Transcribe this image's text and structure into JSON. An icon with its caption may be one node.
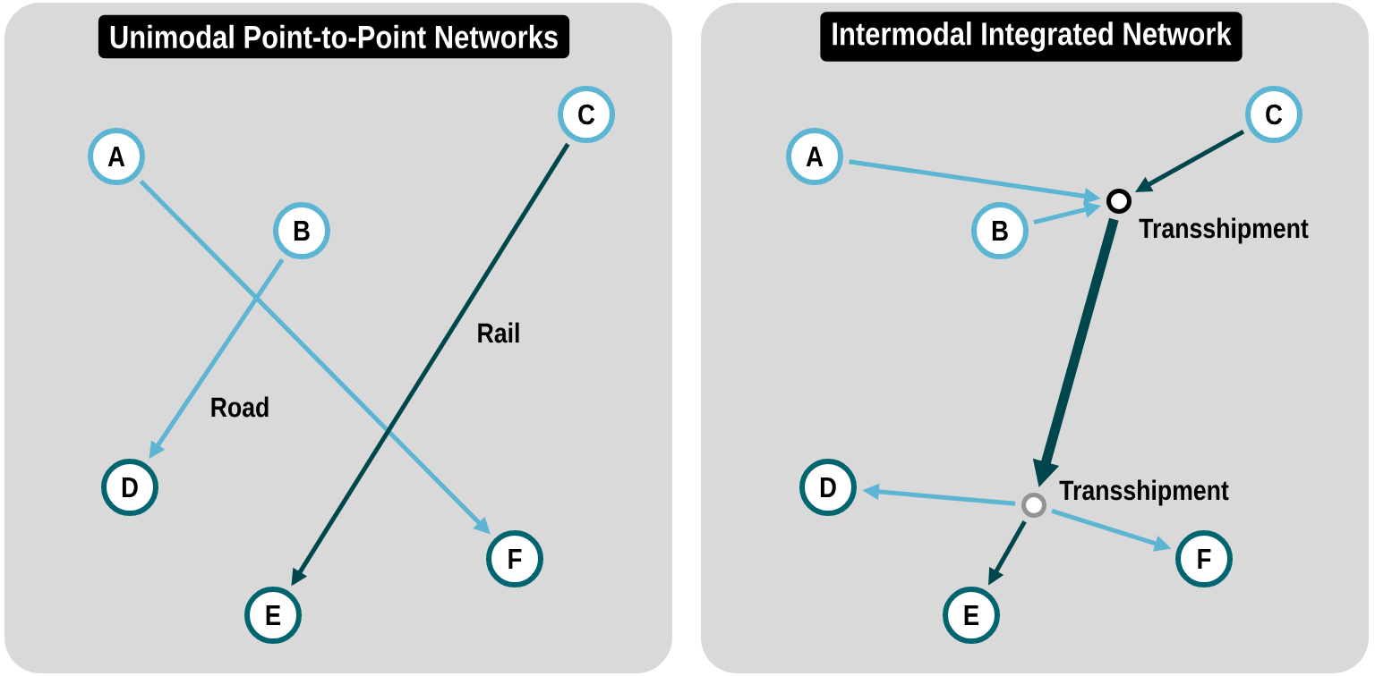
{
  "diagram": {
    "nodes": [
      {
        "text": [
          "Unimodal Point-to-Point Networks"
        ]
      },
      {
        "text": [
          "Intermodal Integrated Network"
        ]
      },
      {
        "text": [
          "A"
        ],
        "in": 0
      },
      {
        "text": [
          "B"
        ],
        "in": 0
      },
      {
        "text": [
          "C"
        ],
        "in": 0
      },
      {
        "text": [
          "D"
        ],
        "in": 0
      },
      {
        "text": [
          "E"
        ],
        "in": 0
      },
      {
        "text": [
          "F"
        ],
        "in": 0
      },
      {
        "text": [
          "A"
        ],
        "in": 1
      },
      {
        "text": [
          "B"
        ],
        "in": 1
      },
      {
        "text": [
          "C"
        ],
        "in": 1
      },
      {
        "text": [],
        "shape": "circle",
        "beside": [
          "Transshipment"
        ],
        "in": 1
      },
      {
        "text": [
          "D"
        ],
        "in": 1
      },
      {
        "text": [
          "E"
        ],
        "in": 1
      },
      {
        "text": [
          "F"
        ],
        "in": 1
      },
      {
        "text": [],
        "shape": "circle",
        "beside": [
          "Transshipment"
        ],
        "in": 1
      }
    ],
    "edges": [
      {
        "from": 2,
        "to": 7,
        "arrow": "to"
      },
      {
        "from": 3,
        "to": 5,
        "arrow": "to",
        "label": "Road"
      },
      {
        "from": 4,
        "to": 6,
        "arrow": "to",
        "label": "Rail",
        "color": "#00474d"
      },
      {
        "from": 8,
        "to": 11,
        "arrow": "to"
      },
      {
        "from": 9,
        "to": 11,
        "arrow": "to"
      },
      {
        "from": 10,
        "to": 11,
        "arrow": "to",
        "color": "#00474d"
      },
      {
        "from": 11,
        "to": 15,
        "arrow": "to",
        "style": "thick",
        "color": "#00474d"
      },
      {
        "from": 15,
        "to": 12,
        "arrow": "to"
      },
      {
        "from": 15,
        "to": 13,
        "arrow": "to",
        "color": "#00474d"
      },
      {
        "from": 15,
        "to": 14,
        "arrow": "to"
      }
    ]
  }
}
